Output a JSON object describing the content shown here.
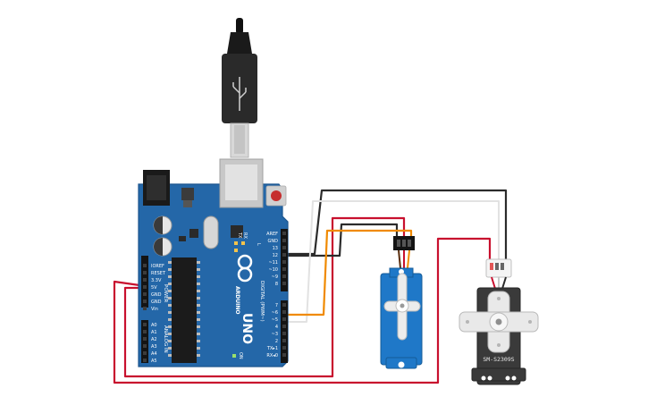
{
  "board": {
    "brand": "ARDUINO",
    "model": "UNO",
    "power_label": "POWER",
    "analog_label": "ANALOG IN",
    "digital_label": "DIGITAL (PWM~)",
    "on_label": "ON",
    "l_label": "L",
    "tx_label": "TX",
    "rx_label": "RX",
    "power_pins": [
      "IOREF",
      "RESET",
      "3.3V",
      "5V",
      "GND",
      "GND",
      "Vin"
    ],
    "analog_pins": [
      "A0",
      "A1",
      "A2",
      "A3",
      "A4",
      "A5"
    ],
    "top_pins": [
      "AREF",
      "GND",
      "13",
      "12",
      "~11",
      "~10",
      "~9",
      "8"
    ],
    "bottom_pins": [
      "7",
      "~6",
      "~5",
      "4",
      "~3",
      "2",
      "TX▸1",
      "RX◂0"
    ]
  },
  "servo_right": {
    "model": "SM-S2309S"
  },
  "colors": {
    "board": "#2467a8",
    "board_dark": "#1c558e",
    "wire_red": "#c8102e",
    "wire_black": "#2b2b2b",
    "wire_white": "#e2e2e2",
    "wire_orange": "#f08a00",
    "servo_blue": "#1f78c8",
    "servo_dark": "#3a3a3a"
  }
}
